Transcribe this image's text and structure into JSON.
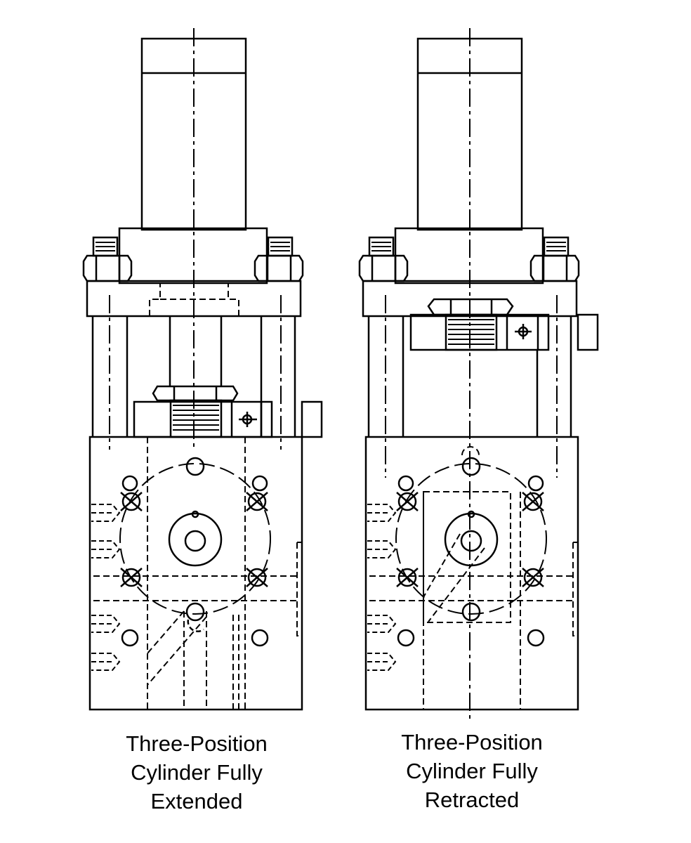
{
  "figure": {
    "colors": {
      "line": "#000000",
      "background": "#ffffff"
    },
    "views": [
      {
        "id": "extended",
        "caption_lines": [
          "Three-Position",
          "Cylinder Fully",
          "Extended"
        ]
      },
      {
        "id": "retracted",
        "caption_lines": [
          "Three-Position",
          "Cylinder Fully",
          "Retracted"
        ]
      }
    ]
  }
}
